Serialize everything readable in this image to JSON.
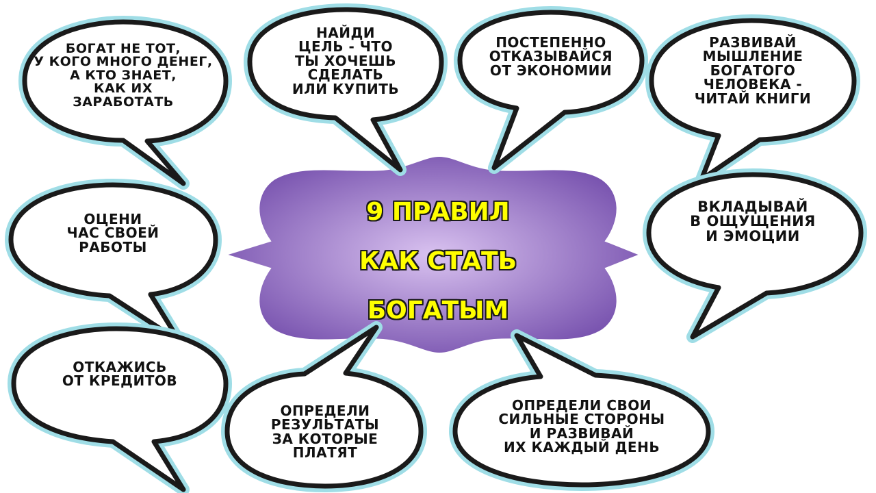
{
  "title_lines": [
    "9 ПРАВИЛ",
    "КАК СТАТЬ",
    "БОГАТЫМ"
  ],
  "colors": {
    "bubble_fill": "#ffffff",
    "bubble_glow": "#9fdde6",
    "outline": "#1a1a1a",
    "center_light": "#d9c2f0",
    "center_dark": "#7a55b0",
    "title_text": "#ffff00"
  },
  "rules": [
    {
      "id": "rich",
      "lines": [
        "Богат не тот,",
        "у кого много денег,",
        "а кто знает,",
        "как их",
        "заработать"
      ]
    },
    {
      "id": "goal",
      "lines": [
        "Найди",
        "цель - что",
        "ты хочешь",
        "сделать",
        "или купить"
      ]
    },
    {
      "id": "economy",
      "lines": [
        "Постепенно",
        "отказывайся",
        "от экономии"
      ]
    },
    {
      "id": "thinking",
      "lines": [
        "Развивай",
        "мышление",
        "богатого",
        "человека -",
        "читай книги"
      ]
    },
    {
      "id": "hour",
      "lines": [
        "Оцени",
        "час своей",
        "работы"
      ]
    },
    {
      "id": "invest",
      "lines": [
        "Вкладывай",
        "в ощущения",
        "и эмоции"
      ]
    },
    {
      "id": "credits",
      "lines": [
        "Откажись",
        "от кредитов"
      ]
    },
    {
      "id": "results",
      "lines": [
        "Определи",
        "результаты",
        "за которые",
        "платят"
      ]
    },
    {
      "id": "strengths",
      "lines": [
        "Определи свои",
        "сильные стороны",
        "и развивай",
        "их каждый день"
      ]
    }
  ]
}
